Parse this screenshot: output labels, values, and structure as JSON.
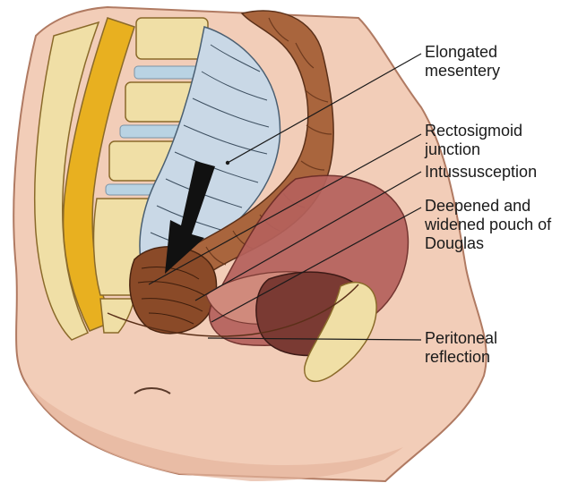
{
  "figure": {
    "labels": {
      "elongated_mesentery": [
        "Elongated",
        "mesentery"
      ],
      "rectosigmoid_junction": [
        "Rectosigmoid",
        "junction"
      ],
      "intussusception": [
        "Intussusception"
      ],
      "pouch_of_douglas": [
        "Deepened and",
        "widened pouch of",
        "Douglas"
      ],
      "peritoneal_reflection": [
        "Peritoneal",
        "reflection"
      ]
    },
    "colors": {
      "skin": "#f2cdb8",
      "skin_shadow": "#d9a48c",
      "bone": "#f0dfa6",
      "bone_edge": "#8a6a2a",
      "spinal_canal": "#e8b020",
      "disc": "#b9d3e3",
      "mesentery": "#c9d8e6",
      "colon": "#a9653d",
      "colon_dark": "#6e3a1e",
      "pelvic_cavity": "#b5615c",
      "bladder": "#7a3a33",
      "leader_line": "#1a1a1a"
    }
  }
}
